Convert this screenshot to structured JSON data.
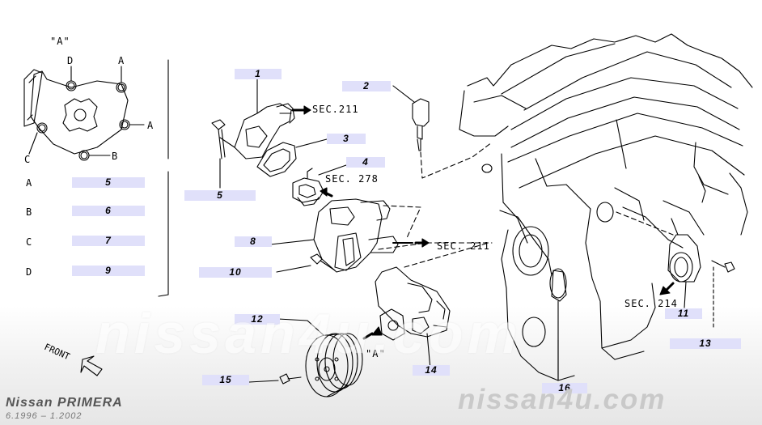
{
  "view": {
    "title": "\"A\""
  },
  "side_table": [
    {
      "letter": "A",
      "part": "5"
    },
    {
      "letter": "B",
      "part": "6"
    },
    {
      "letter": "C",
      "part": "7"
    },
    {
      "letter": "D",
      "part": "9"
    }
  ],
  "inset_letters": {
    "top_left": "D",
    "top_right": "A",
    "right": "A",
    "bottom": "B",
    "left": "C"
  },
  "part_labels": [
    "1",
    "2",
    "3",
    "4",
    "5",
    "8",
    "10",
    "12",
    "15",
    "14",
    "16",
    "11",
    "13"
  ],
  "refs": {
    "sec211_top": "SEC.211",
    "sec278": "SEC. 278",
    "sec211_mid": "SEC. 211",
    "sec214": "SEC. 214",
    "view_a": "\"A\""
  },
  "direction": "FRONT",
  "model": "Nissan PRIMERA",
  "date_range": "6.1996 – 1.2002",
  "watermark_large": "nissan4u.com",
  "watermark_small": "nissan4u.com",
  "colors": {
    "label_bg": "#e0e0fa",
    "line": "#000000",
    "watermark": "#c9c9c9"
  }
}
